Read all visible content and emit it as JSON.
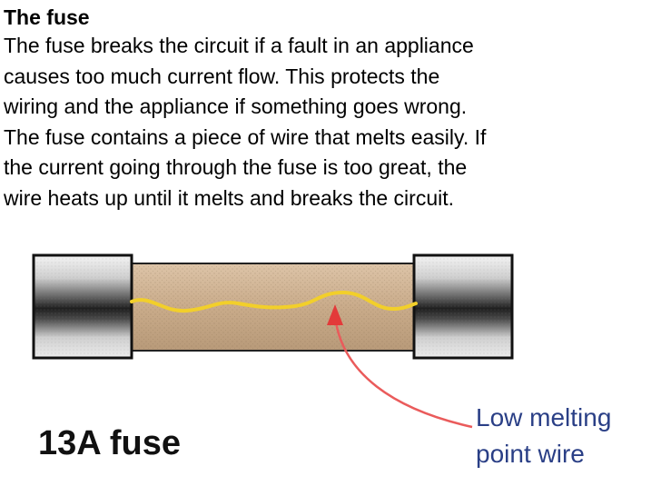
{
  "heading": "The fuse",
  "paragraph_lines": [
    "The fuse breaks the circuit if a fault in an appliance",
    "causes too much current flow. This protects the",
    "wiring and the appliance if something goes wrong.",
    "The fuse contains a piece of wire that melts easily. If",
    "the current going through the fuse is too great, the",
    "wire heats up until it melts and breaks the circuit."
  ],
  "diagram": {
    "fuse_label": "13A fuse",
    "wire_label_lines": [
      "Low melting",
      "point wire"
    ],
    "colors": {
      "body": "#c9ab8a",
      "wire": "#f2cf2a",
      "arrow": "#ea5b5b",
      "label_text": "#2a3f86",
      "cap_outline": "#111111"
    }
  }
}
